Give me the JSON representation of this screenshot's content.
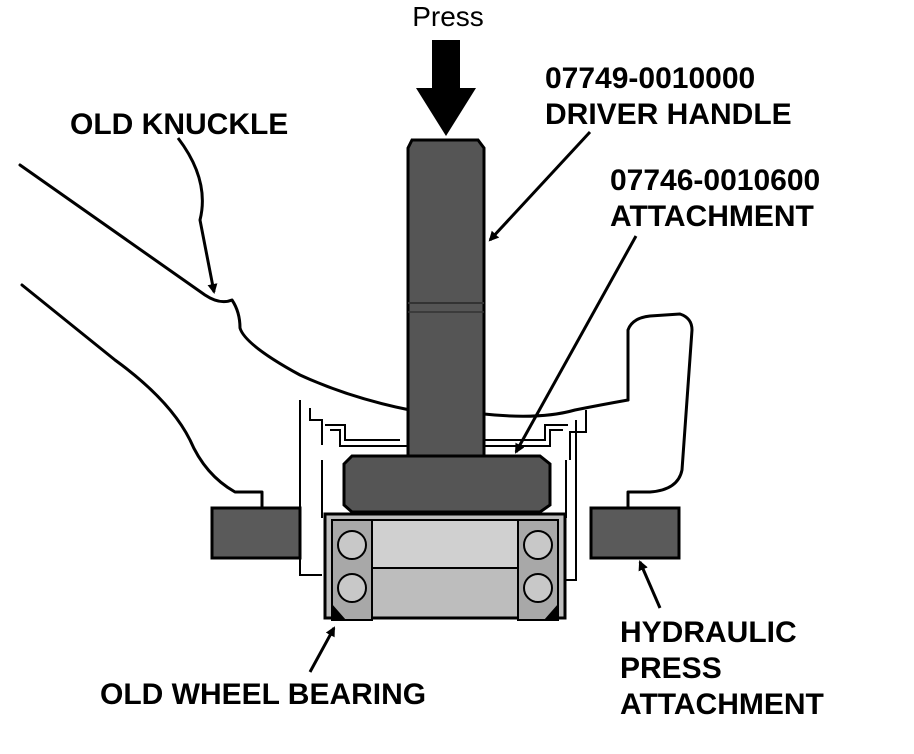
{
  "labels": {
    "press": "Press",
    "old_knuckle": "OLD KNUCKLE",
    "driver_handle_part": "07749-0010000",
    "driver_handle_name": "DRIVER HANDLE",
    "attachment_part": "07746-0010600",
    "attachment_name": "ATTACHMENT",
    "hydraulic_line1": "HYDRAULIC",
    "hydraulic_line2": "PRESS",
    "hydraulic_line3": "ATTACHMENT",
    "old_wheel_bearing": "OLD WHEEL BEARING"
  },
  "colors": {
    "tool_dark": "#555555",
    "bearing_race": "#bdbdbd",
    "ball": "#c8c8c8",
    "block_dark": "#5a5a5a",
    "line": "#000000"
  }
}
